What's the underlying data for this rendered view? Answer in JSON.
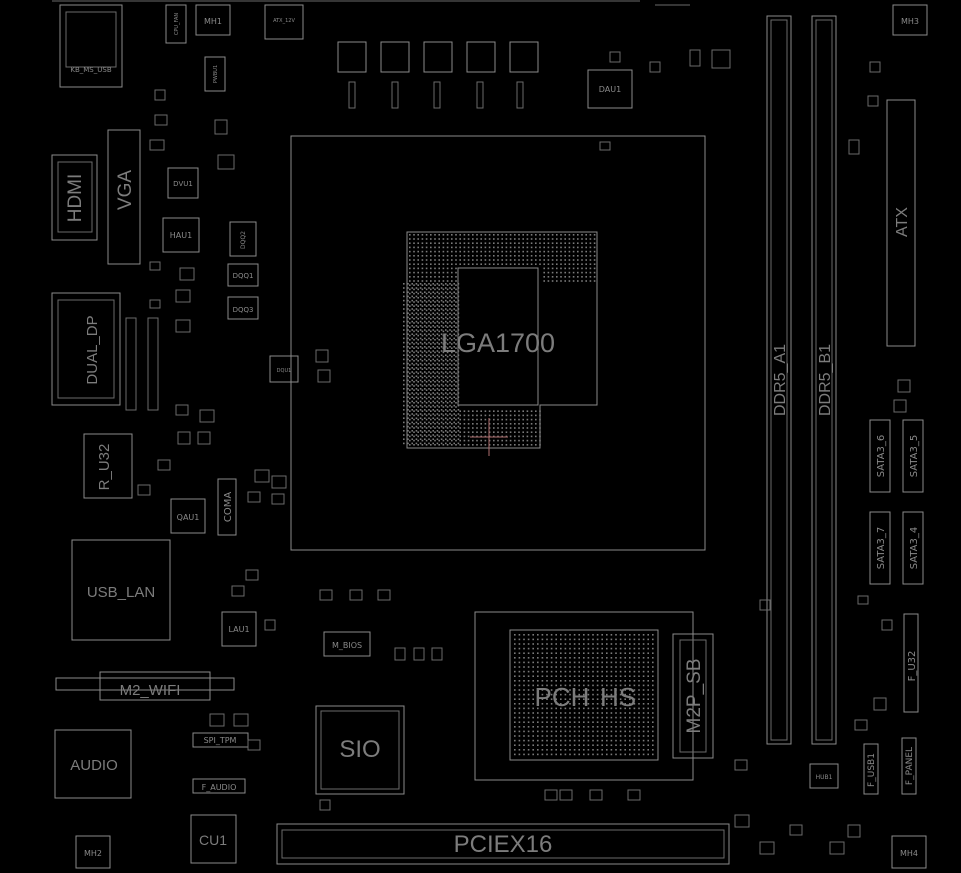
{
  "labels": {
    "kb_ms_usb": "KB_MS_USB",
    "mh1": "MH1",
    "cpu_fan": "CPU_FAN",
    "atx_12v": "ATX_12V",
    "mh3": "MH3",
    "hdmi": "HDMI",
    "vga": "VGA",
    "dvu1": "DVU1",
    "hau1": "HAU1",
    "dqq2": "DQQ2",
    "dqq1": "DQQ1",
    "dqq3": "DQQ3",
    "dqu1": "DQU1",
    "dau1": "DAU1",
    "pwbu1": "PWBU1",
    "dual_dp": "DUAL_DP",
    "r_u32": "R_U32",
    "qau1": "QAU1",
    "coma": "COMA",
    "usb_lan": "USB_LAN",
    "lau1": "LAU1",
    "m2_wifi": "M2_WIFI",
    "spi_tpm": "SPI_TPM",
    "audio": "AUDIO",
    "f_audio": "F_AUDIO",
    "mh2": "MH2",
    "cu1": "CU1",
    "lga1700": "LGA1700",
    "m_bios": "M_BIOS",
    "sio": "SIO",
    "pch": "PCH",
    "hs": "HS",
    "m2p_sb": "M2P_SB",
    "pciex16": "PCIEX16",
    "ddr5_a1": "DDR5_A1",
    "ddr5_b1": "DDR5_B1",
    "atx": "ATX",
    "sata3_6": "SATA3_6",
    "sata3_5": "SATA3_5",
    "sata3_7": "SATA3_7",
    "sata3_4": "SATA3_4",
    "f_u32": "F_U32",
    "f_usb1": "F_USB1",
    "f_panel": "F_PANEL",
    "hub1": "HUB1",
    "mh4": "MH4"
  }
}
